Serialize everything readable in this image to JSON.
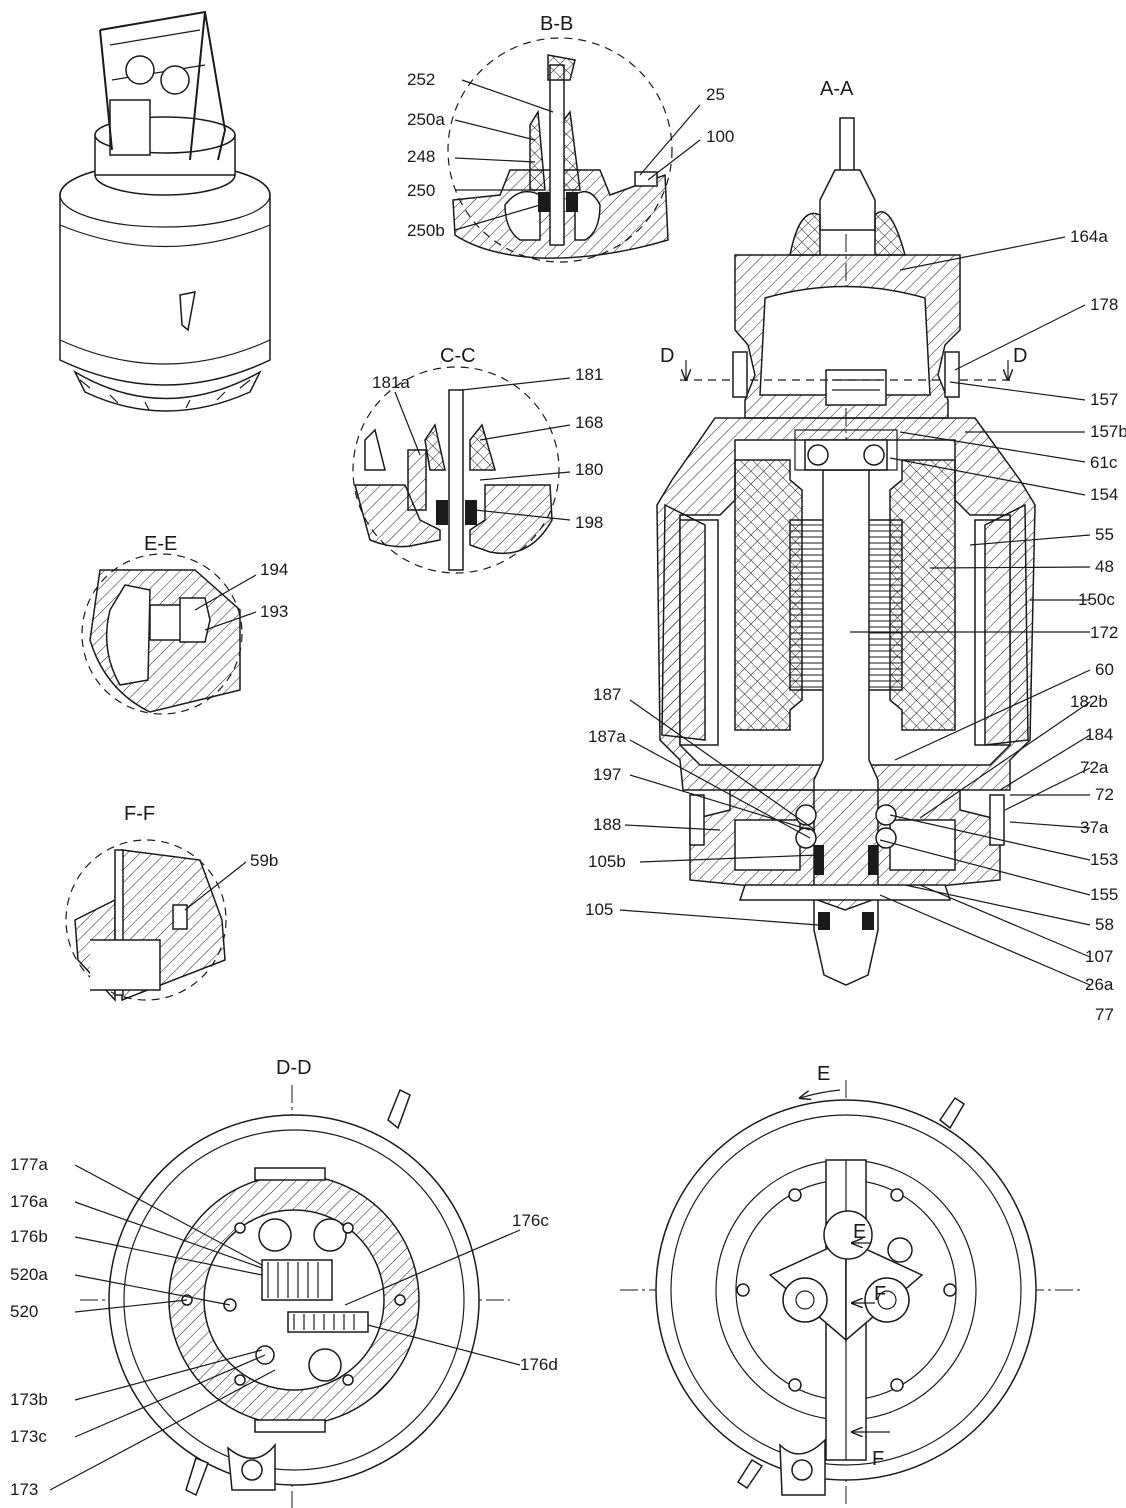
{
  "views": {
    "bb": "B-B",
    "aa": "A-A",
    "cc": "C-C",
    "ee": "E-E",
    "ff": "F-F",
    "dd": "D-D",
    "d_left": "D",
    "d_right": "D",
    "e_arrow": "E",
    "e_inner": "E",
    "f_inner": "F",
    "f_lower": "F"
  },
  "labels": {
    "l252": "252",
    "l250a": "250a",
    "l248": "248",
    "l250": "250",
    "l250b": "250b",
    "l25": "25",
    "l100": "100",
    "l164a": "164a",
    "l178": "178",
    "l157": "157",
    "l157b": "157b",
    "l61c": "61c",
    "l154": "154",
    "l55": "55",
    "l48": "48",
    "l150c": "150c",
    "l172": "172",
    "l60": "60",
    "l182b": "182b",
    "l184": "184",
    "l72a": "72a",
    "l72": "72",
    "l37a": "37a",
    "l153": "153",
    "l155": "155",
    "l58": "58",
    "l107": "107",
    "l26a": "26a",
    "l77": "77",
    "l187": "187",
    "l187a": "187a",
    "l197": "197",
    "l188": "188",
    "l105b": "105b",
    "l105": "105",
    "l181a": "181a",
    "l181": "181",
    "l168": "168",
    "l180": "180",
    "l198": "198",
    "l194": "194",
    "l193": "193",
    "l59b": "59b",
    "l177a": "177a",
    "l176a": "176a",
    "l176b": "176b",
    "l520a": "520a",
    "l520": "520",
    "l173b": "173b",
    "l173c": "173c",
    "l173": "173",
    "l176c": "176c",
    "l176d": "176d"
  }
}
